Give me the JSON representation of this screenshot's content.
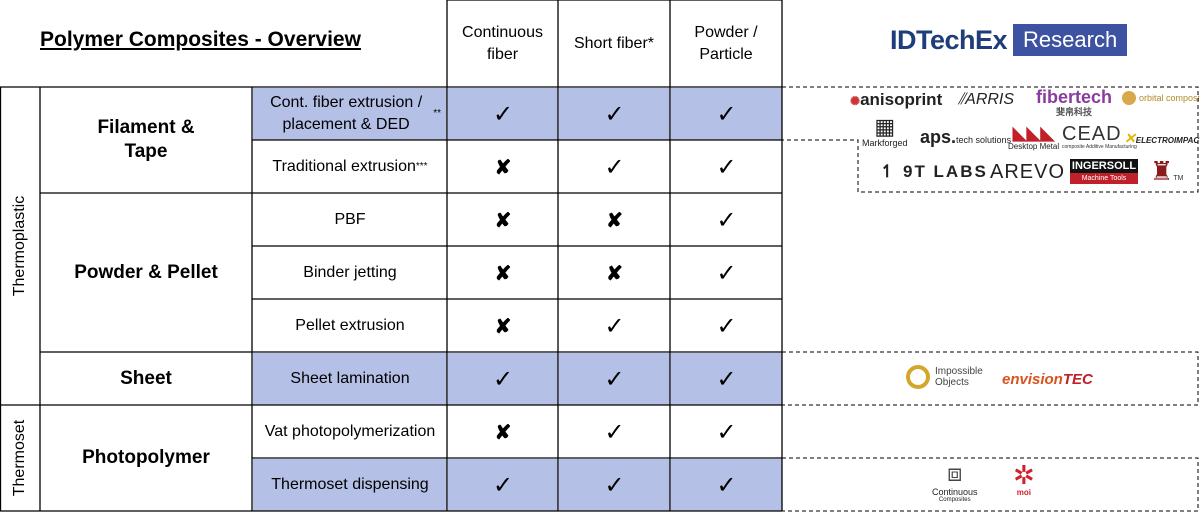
{
  "title": "Polymer Composites - Overview",
  "brand": {
    "name": "IDTechEx",
    "badge": "Research"
  },
  "columns": [
    "Continuous fiber",
    "Short fiber*",
    "Powder / Particle"
  ],
  "categories": {
    "thermoplastic": "Thermoplastic",
    "thermoset": "Thermoset"
  },
  "groups": {
    "filament": "Filament & Tape",
    "powder": "Powder & Pellet",
    "sheet": "Sheet",
    "photopolymer": "Photopolymer"
  },
  "rows": [
    {
      "process": "Cont. fiber extrusion / placement & DED**",
      "values": [
        "yes",
        "yes",
        "yes"
      ],
      "highlight": true
    },
    {
      "process": "Traditional extrusion***",
      "values": [
        "no",
        "yes",
        "yes"
      ],
      "highlight": false
    },
    {
      "process": "PBF",
      "values": [
        "no",
        "no",
        "yes"
      ],
      "highlight": false
    },
    {
      "process": "Binder jetting",
      "values": [
        "no",
        "no",
        "yes"
      ],
      "highlight": false
    },
    {
      "process": "Pellet extrusion",
      "values": [
        "no",
        "yes",
        "yes"
      ],
      "highlight": false
    },
    {
      "process": "Sheet lamination",
      "values": [
        "yes",
        "yes",
        "yes"
      ],
      "highlight": true
    },
    {
      "process": "Vat photopolymerization",
      "values": [
        "no",
        "yes",
        "yes"
      ],
      "highlight": false
    },
    {
      "process": "Thermoset dispensing",
      "values": [
        "yes",
        "yes",
        "yes"
      ],
      "highlight": true
    }
  ],
  "symbols": {
    "yes": "✓",
    "no": "✘"
  },
  "logos": {
    "filament": {
      "anisoprint": "anisoprint",
      "arris": "ARRIS",
      "fibertech": "fibertech",
      "fibertech_sub": "斐帛科技",
      "orbital": "orbital composites",
      "markforged": "Markforged",
      "aps": "aps.",
      "aps_sub": "tech solutions",
      "desktopmetal": "Desktop Metal",
      "cead": "CEAD",
      "cead_sub": "composite Additive Manufacturing",
      "electroimpact": "ELECTROIMPACT",
      "ninetlabs": "9T LABS",
      "arevo": "AREVO",
      "ingersoll": "INGERSOLL",
      "ingersoll_sub": "Machine Tools",
      "tm": "TM"
    },
    "sheet": {
      "impossible1": "Impossible",
      "impossible2": "Objects",
      "envision1": "envision",
      "envision2": "TEC"
    },
    "thermoset": {
      "continuous1": "Continuous",
      "continuous2": "Composites",
      "moi": "moi"
    }
  },
  "colors": {
    "highlight": "#b4c0e6",
    "brand": "#1f3d7a",
    "badge": "#3d52a0"
  }
}
